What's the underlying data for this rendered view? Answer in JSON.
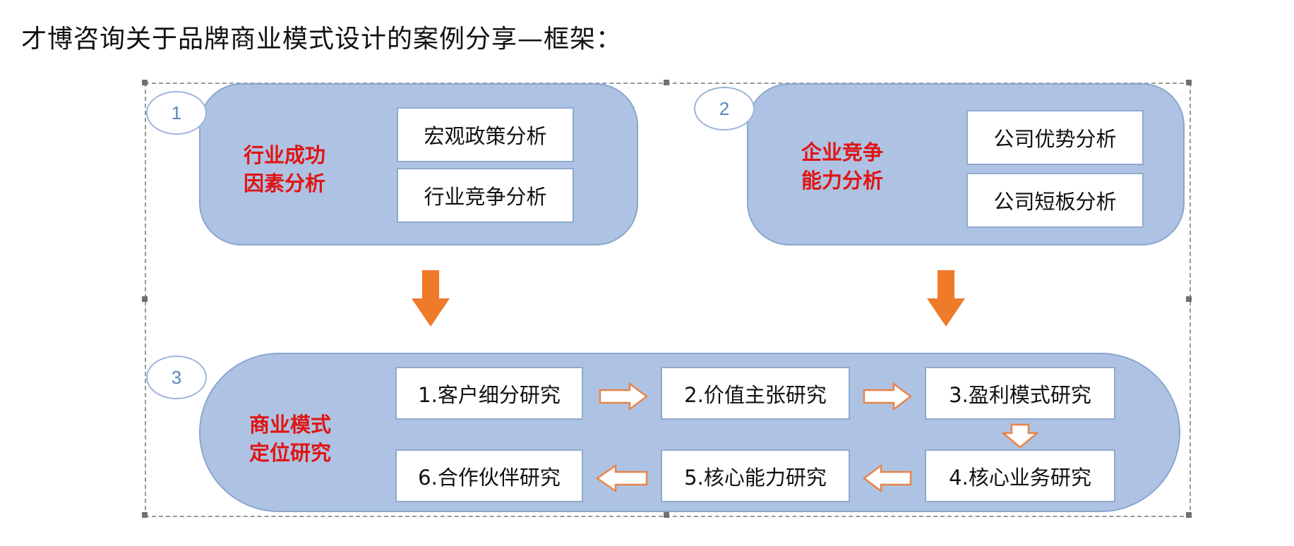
{
  "title": "才博咨询关于品牌商业模式设计的案例分享—框架：",
  "colors": {
    "panel_fill": "#aec3e3",
    "panel_border": "#8aa6cf",
    "label_red": "#e01414",
    "arrow_orange": "#ee7a2a",
    "number_blue": "#5b86c0"
  },
  "section1": {
    "number": "1",
    "label_line1": "行业成功",
    "label_line2": "因素分析",
    "items": [
      "宏观政策分析",
      "行业竞争分析"
    ]
  },
  "section2": {
    "number": "2",
    "label_line1": "企业竞争",
    "label_line2": "能力分析",
    "items": [
      "公司优势分析",
      "公司短板分析"
    ]
  },
  "section3": {
    "number": "3",
    "label_line1": "商业模式",
    "label_line2": "定位研究",
    "steps": [
      "1.客户细分研究",
      "2.价值主张研究",
      "3.盈利模式研究",
      "4.核心业务研究",
      "5.核心能力研究",
      "6.合作伙伴研究"
    ]
  }
}
